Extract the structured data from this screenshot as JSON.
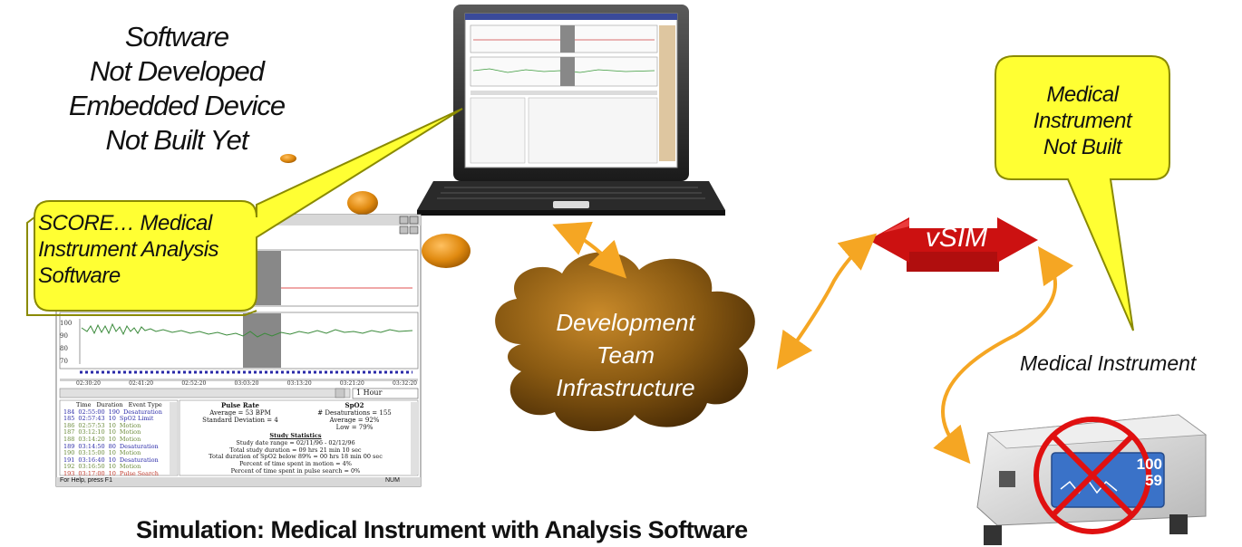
{
  "thought": {
    "lines": [
      "Software",
      "Not Developed",
      "Embedded Device",
      "Not Built Yet"
    ]
  },
  "score_callout": {
    "lines": [
      "SCORE… Medical",
      "Instrument Analysis",
      "Software"
    ]
  },
  "instrument_callout": {
    "lines": [
      "Medical Instrument",
      "Not Built"
    ]
  },
  "cloud": {
    "lines": [
      "Development",
      "Team",
      "Infrastructure"
    ]
  },
  "vsim": {
    "label": "vSIM"
  },
  "instrument": {
    "label": "Medical Instrument",
    "display_top": "100",
    "display_bottom": "59"
  },
  "caption": "Simulation:  Medical Instrument with Analysis Software",
  "app_window": {
    "axis_labels": [
      "100",
      "90",
      "80",
      "70"
    ],
    "time_labels": [
      "02:30:20",
      "02:41:20",
      "02:52:20",
      "03:03:20",
      "03:13:20",
      "03:21:20",
      "03:32:20"
    ],
    "zoom_value": "1 Hour",
    "event_headers": [
      "Time",
      "Duration",
      "Event Type"
    ],
    "events": [
      {
        "id": "184",
        "time": "02:55:00",
        "dur": "190",
        "type": "Desaturation",
        "color": "#2a2aa8"
      },
      {
        "id": "185",
        "time": "02:57:43",
        "dur": "10",
        "type": "SpO2 Limit",
        "color": "#2a2aa8"
      },
      {
        "id": "186",
        "time": "02:57:53",
        "dur": "10",
        "type": "Motion",
        "color": "#6a8a3a"
      },
      {
        "id": "187",
        "time": "03:12:10",
        "dur": "10",
        "type": "Motion",
        "color": "#6a8a3a"
      },
      {
        "id": "188",
        "time": "03:14:20",
        "dur": "10",
        "type": "Motion",
        "color": "#6a8a3a"
      },
      {
        "id": "189",
        "time": "03:14:50",
        "dur": "80",
        "type": "Desaturation",
        "color": "#2a2aa8"
      },
      {
        "id": "190",
        "time": "03:15:00",
        "dur": "10",
        "type": "Motion",
        "color": "#6a8a3a"
      },
      {
        "id": "191",
        "time": "03:16:40",
        "dur": "10",
        "type": "Desaturation",
        "color": "#2a2aa8"
      },
      {
        "id": "192",
        "time": "03:16:50",
        "dur": "10",
        "type": "Motion",
        "color": "#6a8a3a"
      },
      {
        "id": "193",
        "time": "03:17:00",
        "dur": "10",
        "type": "Pulse Search",
        "color": "#c0392b"
      }
    ],
    "pulse_rate": {
      "title": "Pulse Rate",
      "line1": "Average = 53 BPM",
      "line2": "Standard Deviation = 4"
    },
    "spo2": {
      "title": "SpO2",
      "line1": "# Desaturations = 155",
      "line2": "Average = 92%",
      "line3": "Low = 79%"
    },
    "study": {
      "title": "Study Statistics",
      "lines": [
        "Study date range = 02/11/96 - 02/12/96",
        "Total study duration = 09 hrs  21 min  10 sec",
        "Total duration of SpO2 below 89% = 00 hrs  18 min  00 sec",
        "Percent of time spent in motion = 4%",
        "Percent of time spent in pulse search = 0%"
      ]
    },
    "status_left": "For Help, press F1",
    "status_right": "NUM"
  },
  "colors": {
    "callout_fill": "#ffff33",
    "callout_stroke": "#8a8a00",
    "cloud_fill": "#8a5a12",
    "vsim_red": "#cc1111",
    "arrow_orange": "#f5a623",
    "bubble_orange": "#e08a10"
  }
}
